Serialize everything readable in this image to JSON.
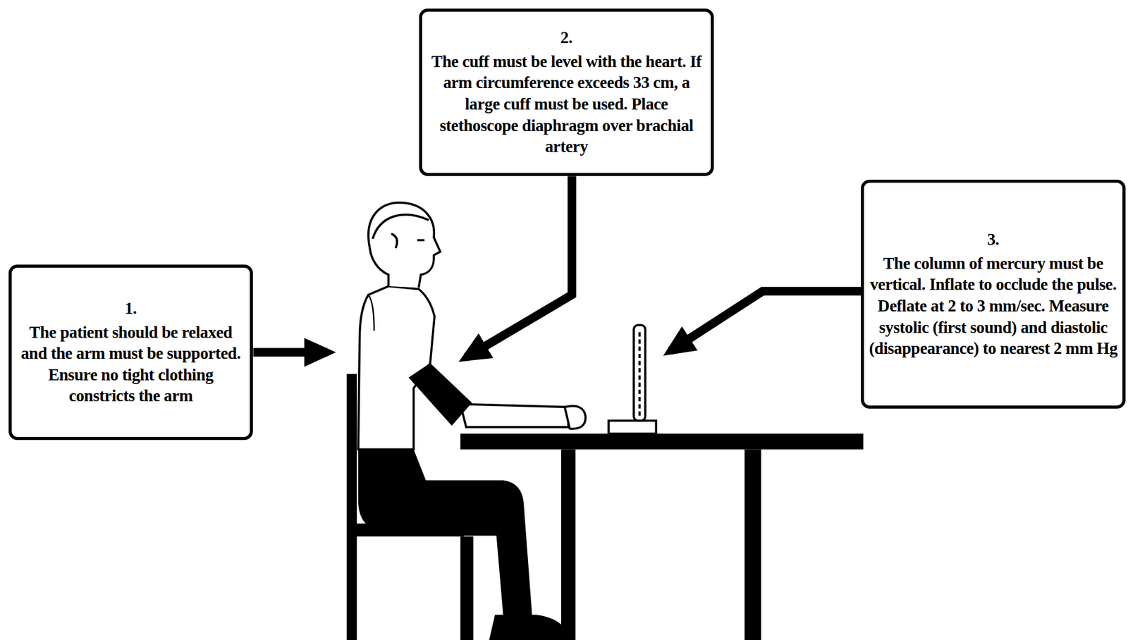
{
  "diagram": {
    "nodes": [
      {
        "text": [
          "1.",
          "The patient should be relaxed and the arm must be supported. Ensure no tight clothing constricts the arm"
        ]
      },
      {
        "text": [
          "2.",
          "The cuff must be level with the heart. If arm circumference exceeds 33 cm, a large cuff must be used. Place stethoscope diaphragm over brachial artery"
        ]
      },
      {
        "text": [
          "3.",
          "The column of mercury must be vertical. Inflate to occlude the pulse. Deflate at 2 to 3 mm/sec. Measure systolic (first sound) and diastolic (disappearance) to nearest 2 mm Hg"
        ]
      }
    ]
  }
}
